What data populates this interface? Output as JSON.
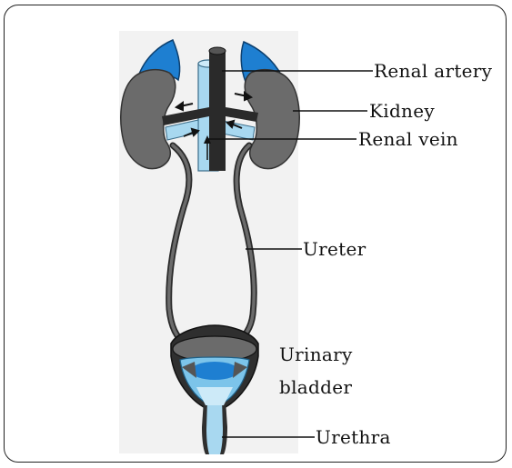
{
  "labels": {
    "renal_artery": "Renal artery",
    "kidney": "Kidney",
    "renal_vein": "Renal vein",
    "ureter": "Ureter",
    "urinary": "Urinary",
    "bladder": "bladder",
    "urethra": "Urethra"
  },
  "colors": {
    "kidney": "#6b6b6b",
    "adrenal": "#1e7fd1",
    "artery": "#2a2a2a",
    "vein": "#a8d8f0",
    "bladder_inner": "#7cc4ea"
  }
}
